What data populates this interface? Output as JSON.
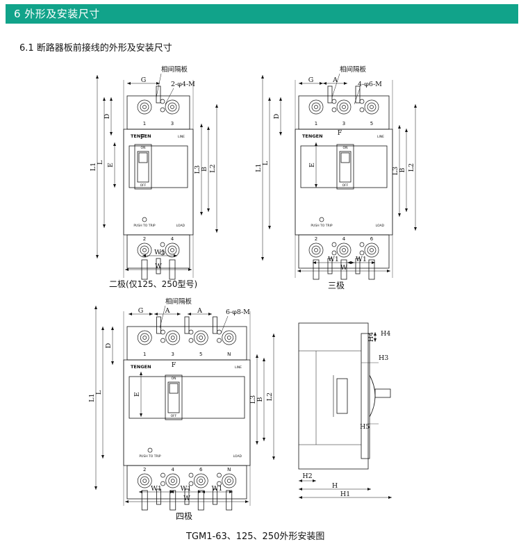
{
  "section": {
    "title": "6  外形及安装尺寸"
  },
  "subsection": {
    "title": "6.1    断路器板前接线的外形及安装尺寸"
  },
  "brand": "TENGEN",
  "label_line": "LINE",
  "label_load": "LOAD",
  "label_on": "ON",
  "label_off": "OFF",
  "label_push": "PUSH TO TRIP",
  "partition_label": "相间隔板",
  "dims": {
    "G": "G",
    "A": "A",
    "F": "F",
    "E": "E",
    "D": "D",
    "L": "L",
    "L1": "L1",
    "L2": "L2",
    "L3": "L3",
    "B": "B",
    "W": "W",
    "W1": "W1",
    "H": "H",
    "H1": "H1",
    "H2": "H2",
    "H3": "H3",
    "H4": "H4",
    "H5": "H5"
  },
  "holes": {
    "two_pole": "2-φ4-M",
    "three_pole": "4-φ6-M",
    "four_pole": "6-φ8-M"
  },
  "terminals": {
    "two_top": [
      "1",
      "3"
    ],
    "two_bottom": [
      "2",
      "4"
    ],
    "three_top": [
      "1",
      "3",
      "5"
    ],
    "three_bottom": [
      "2",
      "4",
      "6"
    ],
    "four_top": [
      "1",
      "3",
      "5",
      "N"
    ],
    "four_bottom": [
      "2",
      "4",
      "6",
      "N"
    ]
  },
  "captions": {
    "two_pole": "二极(仅125、250型号)",
    "three_pole": "三极",
    "four_pole": "四极",
    "figure": "TGM1-63、125、250外形安装图"
  }
}
